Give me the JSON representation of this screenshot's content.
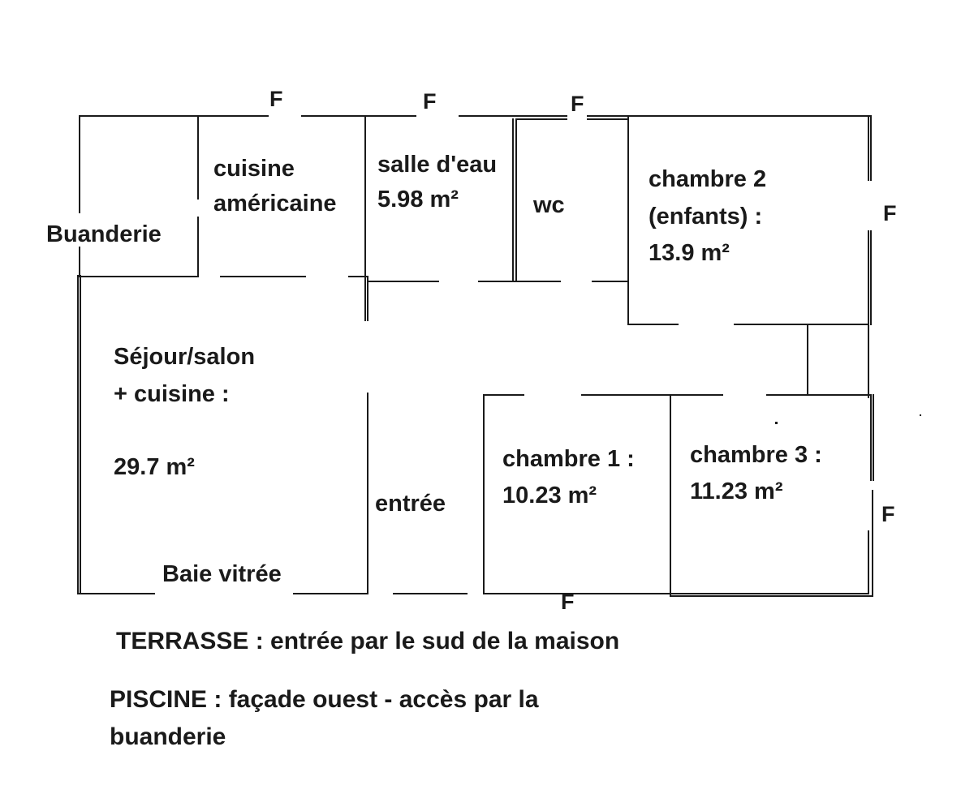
{
  "rooms": {
    "buanderie": "Buanderie",
    "cuisine_line1": "cuisine",
    "cuisine_line2": "américaine",
    "salle_eau_line1": "salle d'eau",
    "salle_eau_line2": "5.98 m²",
    "wc": "wc",
    "chambre2_line1": "chambre 2",
    "chambre2_line2": "(enfants) :",
    "chambre2_line3": "13.9 m²",
    "sejour_line1": "Séjour/salon",
    "sejour_line2": "+ cuisine :",
    "sejour_area": "29.7 m²",
    "entree": "entrée",
    "chambre1_line1": "chambre 1 :",
    "chambre1_line2": "10.23 m²",
    "chambre3_line1": "chambre 3 :",
    "chambre3_line2": "11.23 m²",
    "baie": "Baie vitrée"
  },
  "window_marker": "F",
  "notes": {
    "terrasse": "TERRASSE : entrée par le sud de la maison",
    "piscine_line1": "PISCINE : façade ouest - accès par la",
    "piscine_line2": "buanderie"
  },
  "colors": {
    "wall": "#1a1a1a",
    "background": "#ffffff"
  }
}
